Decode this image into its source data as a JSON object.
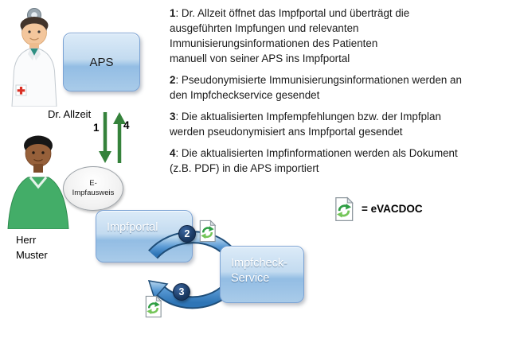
{
  "diagram": {
    "doctor_label": "Dr. Allzeit",
    "patient_label": "Herr\nMuster",
    "aps_label": "APS",
    "impfportal_label": "Impfportal",
    "impfcheck_label": "Impfcheck-\nService",
    "ecard_label": "E-\nImpfausweis",
    "arrow_down_num": "1",
    "arrow_up_num": "4",
    "badge_to_service": "2",
    "badge_to_portal": "3",
    "legend_text": "= eVACDOC"
  },
  "icons": {
    "evacdoc": "document-with-green-cycle-arrows",
    "doctor": "doctor-clipart-figure",
    "patient": "patient-clipart-figure"
  },
  "colors": {
    "box_blue_light": "#dcebf8",
    "box_blue_dark": "#93bde4",
    "box_border": "#7ba3d4",
    "arrow_green": "#35823b",
    "badge_navy": "#1b3a63",
    "swoosh_blue": "#2e75b6",
    "doc_arrow_green_dark": "#2f9e44",
    "doc_arrow_green_light": "#74c558"
  },
  "steps": [
    {
      "num": "1",
      "rest": ":  Dr. Allzeit öffnet das Impfportal und überträgt die\nausgeführten Impfungen und relevanten\nImmunisierungsinformationen des Patienten\nmanuell von seiner APS ins Impfportal"
    },
    {
      "num": "2",
      "rest": ": Pseudonymisierte Immunisierungsinformationen werden an\nden Impfcheckservice gesendet"
    },
    {
      "num": "3",
      "rest": ": Die aktualisierten Impfempfehlungen bzw. der Impfplan\nwerden pseudonymisiert ans Impfportal gesendet"
    },
    {
      "num": "4",
      "rest": ": Die aktualisierten Impfinformationen werden als Dokument\n(z.B. PDF) in die APS importiert"
    }
  ]
}
